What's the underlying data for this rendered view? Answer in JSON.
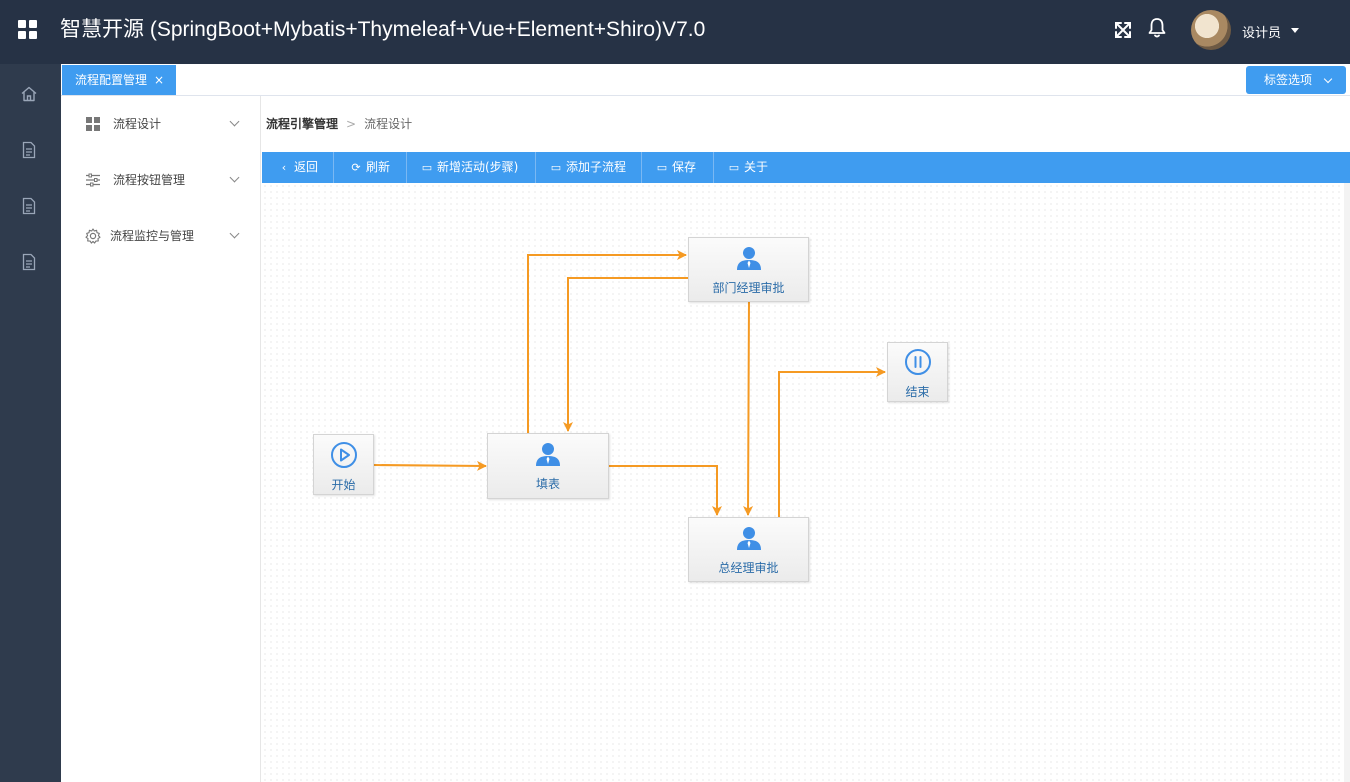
{
  "header": {
    "app_title": "智慧开源 (SpringBoot+Mybatis+Thymeleaf+Vue+Element+Shiro)V7.0",
    "user_name": "设计员"
  },
  "tabs": {
    "active_tab": "流程配置管理",
    "close_glyph": "×",
    "tag_options": "标签选项"
  },
  "side_menu": [
    {
      "label": "流程设计",
      "icon": "grid-icon"
    },
    {
      "label": "流程按钮管理",
      "icon": "sliders-icon"
    },
    {
      "label": "流程监控与管理",
      "icon": "gear-icon"
    }
  ],
  "breadcrumb": {
    "root": "流程引擎管理",
    "separator": ">",
    "current": "流程设计"
  },
  "toolbar": {
    "back": "返回",
    "refresh": "刷新",
    "add_activity": "新增活动(步骤)",
    "add_subprocess": "添加子流程",
    "save": "保存",
    "about": "关于"
  },
  "flow": {
    "start": "开始",
    "fill_form": "填表",
    "dept_manager": "部门经理审批",
    "general_manager": "总经理审批",
    "end": "结束"
  },
  "colors": {
    "header_bg": "#263245",
    "accent": "#3f9cf0",
    "arrow": "#f59a23"
  }
}
